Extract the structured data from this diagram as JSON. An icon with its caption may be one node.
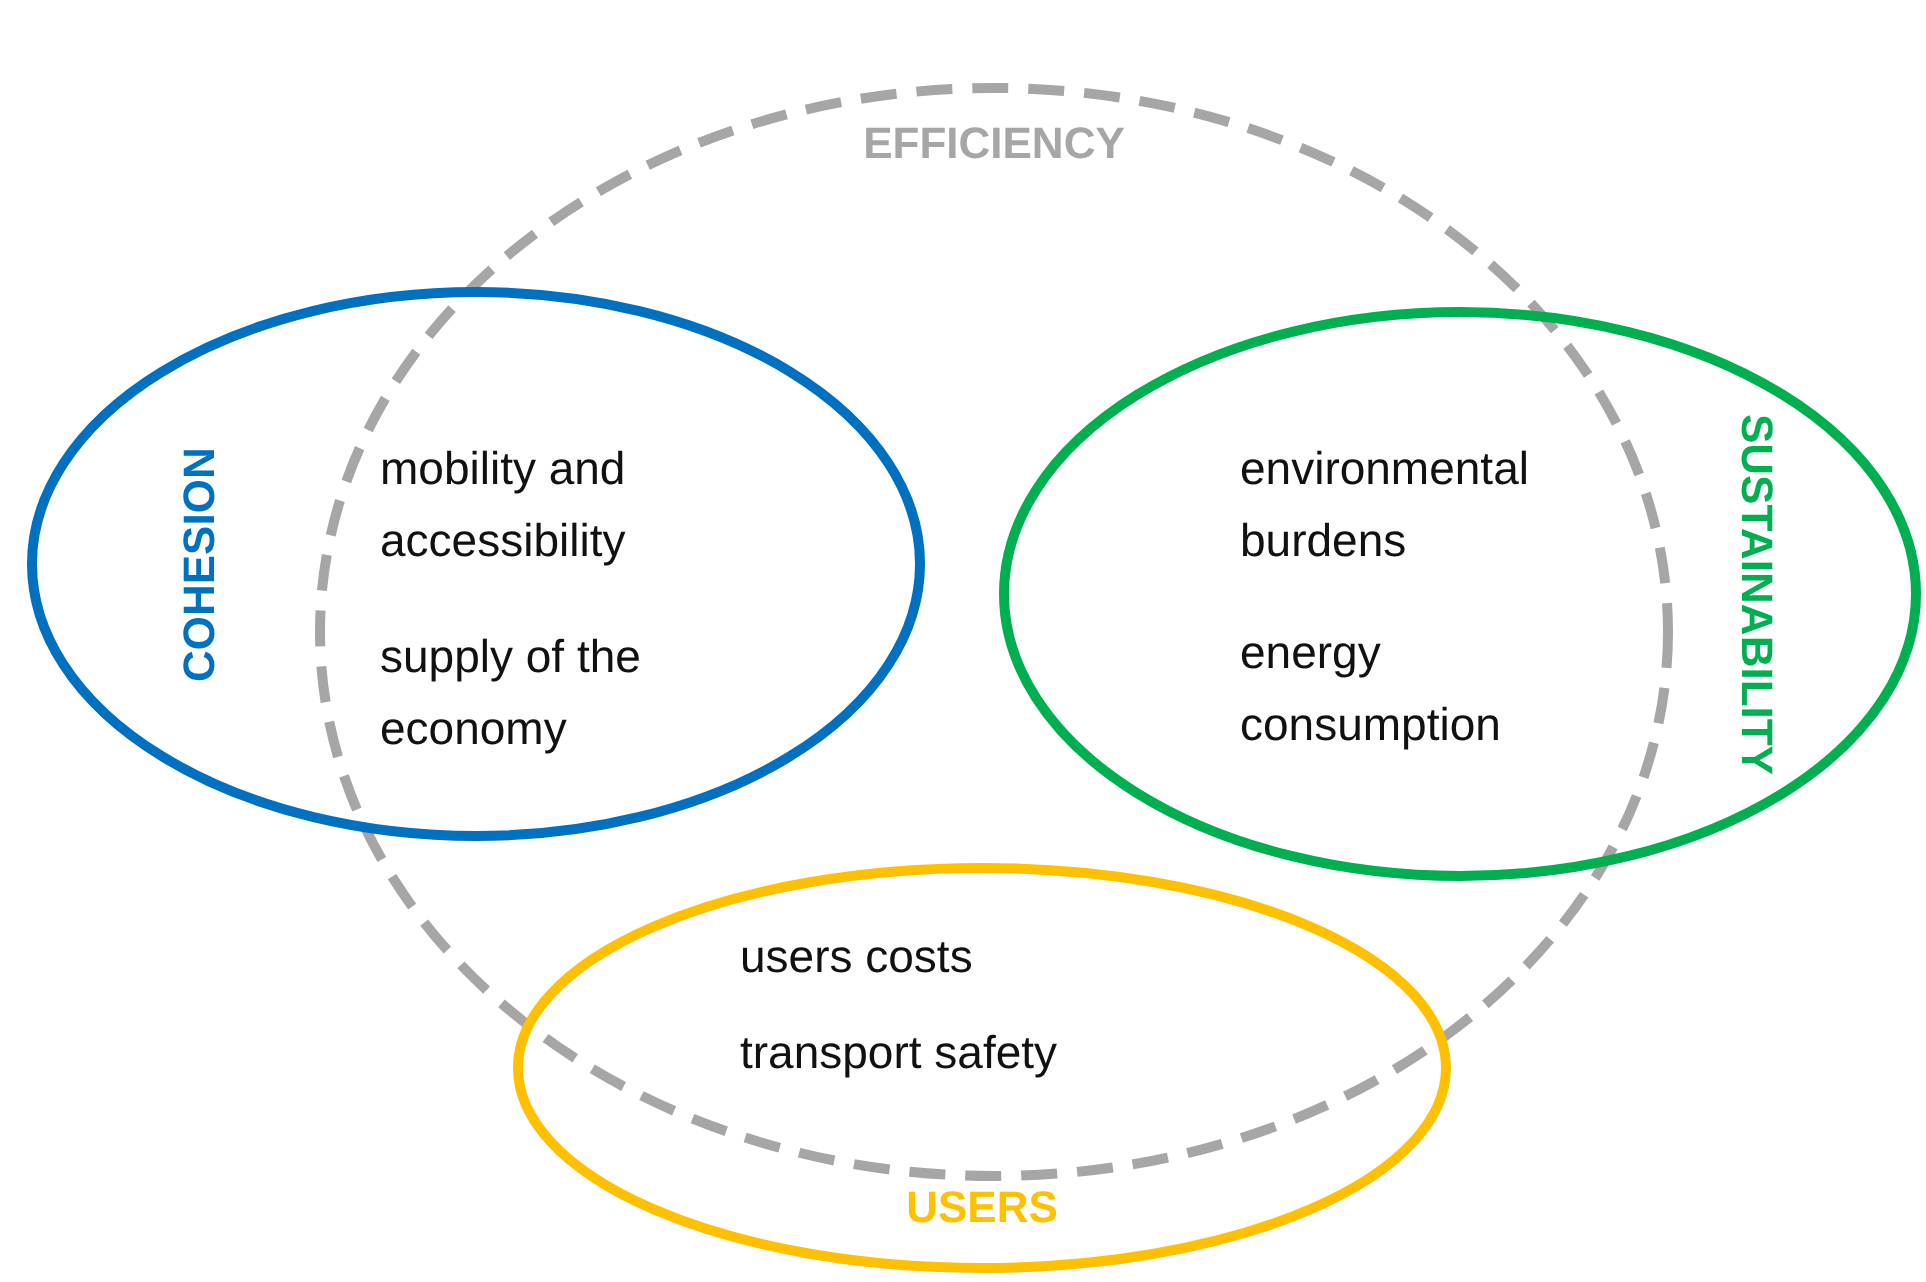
{
  "diagram": {
    "nodes": [
      {
        "text": [
          "EFFICIENCY"
        ]
      },
      {
        "text": [
          "COHESION",
          "mobility and accessibility",
          "supply of the economy"
        ]
      },
      {
        "text": [
          "SUSTAINABILITY",
          "environmental burdens",
          "energy consumption"
        ]
      },
      {
        "text": [
          "users costs",
          "transport safety",
          "USERS"
        ]
      }
    ]
  }
}
